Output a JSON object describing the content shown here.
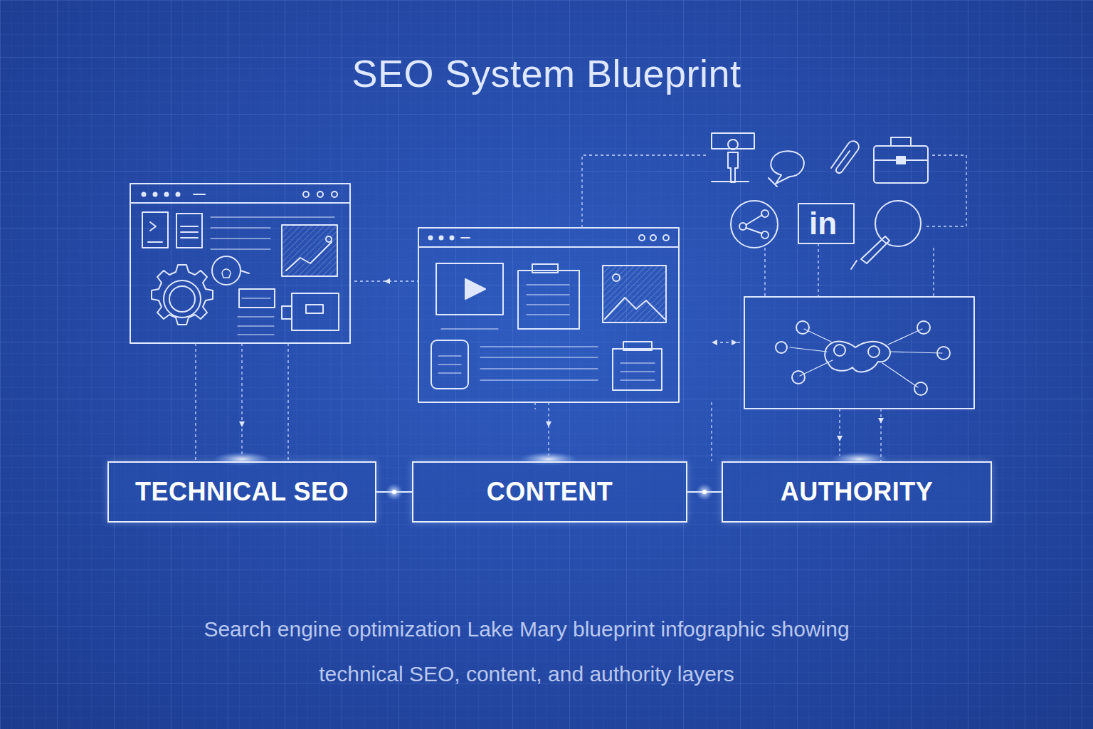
{
  "diagram": {
    "title": "SEO System Blueprint",
    "caption": "Search engine optimization Lake Mary blueprint infographic showing technical SEO, content, and authority layers",
    "nodes": [
      {
        "text": [
          "TECHNICAL SEO"
        ]
      },
      {
        "text": [
          "CONTENT"
        ]
      },
      {
        "text": [
          "AUTHORITY"
        ]
      }
    ],
    "edges": [
      {
        "from": 0,
        "to": 1,
        "arrow": "none"
      },
      {
        "from": 1,
        "to": 2,
        "arrow": "none"
      }
    ],
    "labels": [
      "in"
    ]
  }
}
